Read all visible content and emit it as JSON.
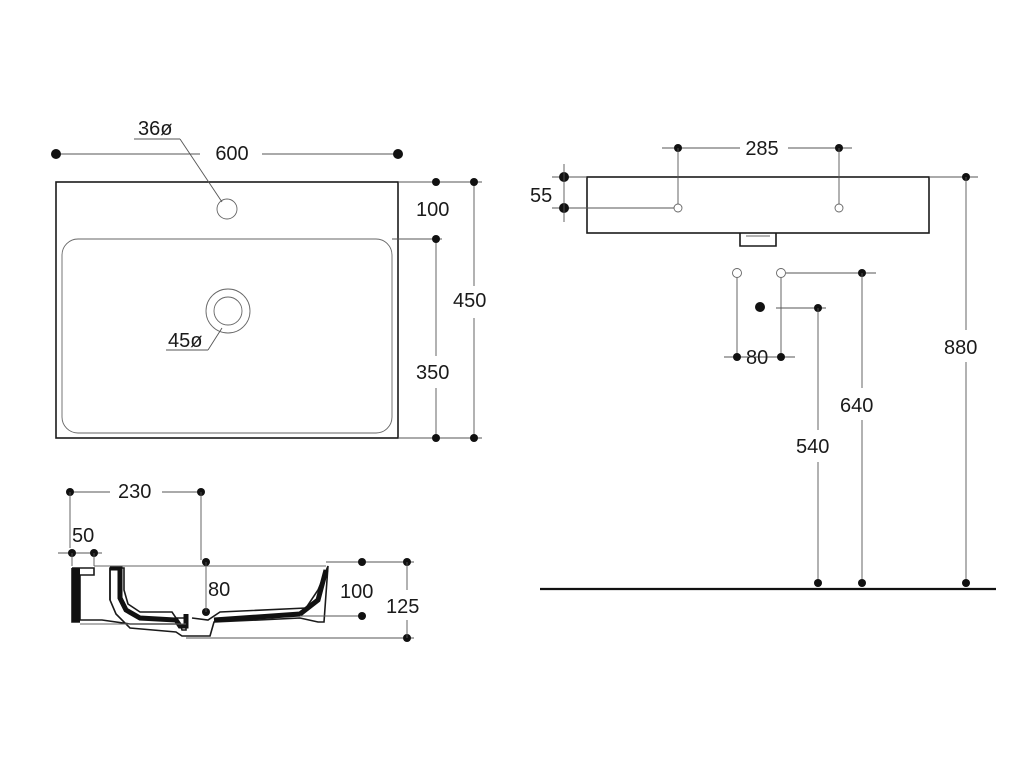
{
  "top_view": {
    "width": "600",
    "tap_hole": "36ø",
    "drain": "45ø",
    "back_depth": "100",
    "bowl_depth": "350",
    "total_depth": "450"
  },
  "section_view": {
    "drain_offset": "230",
    "wall": "50",
    "bowl_height": "80",
    "inner_height": "100",
    "total_height": "125"
  },
  "front_view": {
    "tap_spacing": "285",
    "tap_height": "55",
    "supply_spacing": "80",
    "drain_height": "540",
    "supply_height": "640",
    "mount_height": "880"
  }
}
